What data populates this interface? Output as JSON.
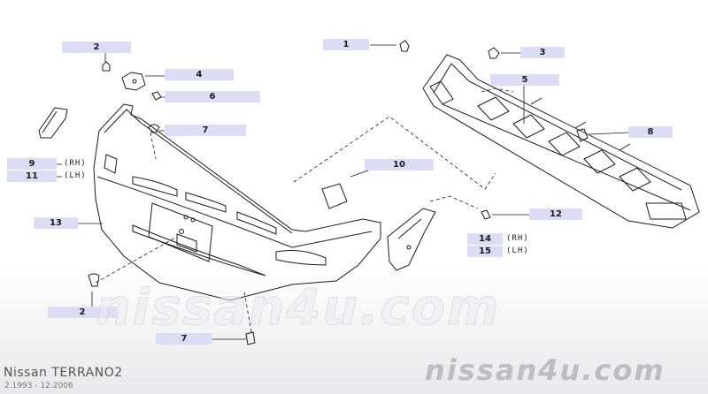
{
  "diagram": {
    "callouts": [
      {
        "id": "c2a",
        "label": "2"
      },
      {
        "id": "c4",
        "label": "4"
      },
      {
        "id": "c6",
        "label": "6"
      },
      {
        "id": "c7a",
        "label": "7"
      },
      {
        "id": "c9",
        "label": "9"
      },
      {
        "id": "c11",
        "label": "11"
      },
      {
        "id": "c13",
        "label": "13"
      },
      {
        "id": "c2b",
        "label": "2"
      },
      {
        "id": "c7b",
        "label": "7"
      },
      {
        "id": "c1",
        "label": "1"
      },
      {
        "id": "c3",
        "label": "3"
      },
      {
        "id": "c5",
        "label": "5"
      },
      {
        "id": "c8",
        "label": "8"
      },
      {
        "id": "c10",
        "label": "10"
      },
      {
        "id": "c12",
        "label": "12"
      },
      {
        "id": "c14",
        "label": "14"
      },
      {
        "id": "c15",
        "label": "15"
      }
    ],
    "side_notes": {
      "rh_9": "(RH)",
      "lh_11": "(LH)",
      "rh_14": "(RH)",
      "lh_15": "(LH)"
    }
  },
  "footer": {
    "title": "Nissan TERRANO2",
    "dates": "2.1993 - 12.2006"
  },
  "watermark": {
    "center": "nissan4u.com",
    "corner": "nissan4u.com"
  },
  "colors": {
    "callout_bg": "#dcdcf4",
    "line": "#1a1a1a"
  }
}
